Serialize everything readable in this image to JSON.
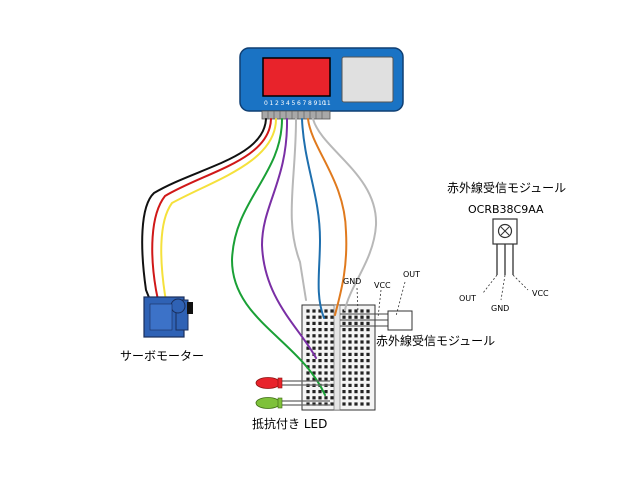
{
  "board": {
    "pin_labels": [
      "0",
      "1",
      "2",
      "3",
      "4",
      "5",
      "6",
      "7",
      "8",
      "9",
      "10",
      "11"
    ],
    "colors": {
      "body": "#1a73c4",
      "screen": "#e8232b",
      "pad": "#e0e0e0"
    }
  },
  "servo": {
    "label": "サーボモーター",
    "color": "#2f62b5"
  },
  "leds": {
    "label": "抵抗付き LED",
    "red": "#e8232b",
    "green": "#7ec13a"
  },
  "ir_module": {
    "label": "赤外線受信モジュール",
    "pins": [
      "GND",
      "VCC",
      "OUT"
    ]
  },
  "ir_detail": {
    "title": "赤外線受信モジュール",
    "part": "OCRB38C9AA",
    "pins": [
      "OUT",
      "GND",
      "VCC"
    ]
  },
  "wire_colors": {
    "black": "#111111",
    "red": "#d01818",
    "yellow": "#f5e13c",
    "green": "#1aa036",
    "purple": "#7a2fa5",
    "gray": "#b8b8b8",
    "blue": "#1e6fae",
    "orange": "#e07a1e"
  }
}
